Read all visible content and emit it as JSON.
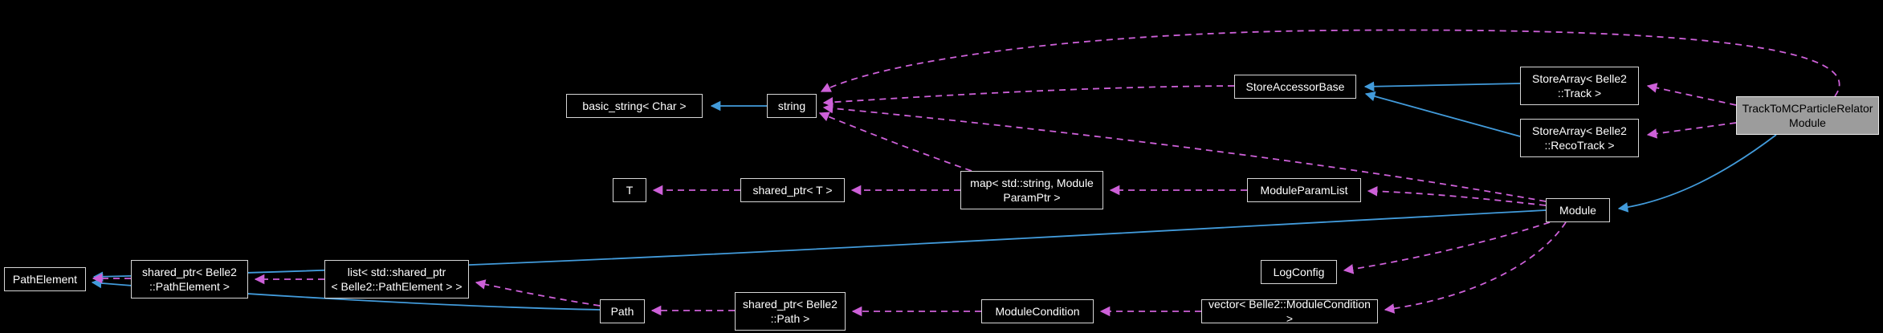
{
  "diagram": {
    "title": "TrackToMCParticleRelatorModule collaboration graph",
    "background_color": "#000000",
    "inheritance_edge_color": "#429bdb",
    "usage_edge_color": "#cd60d8",
    "highlight_fill_color": "#9c9c9c",
    "nodes": [
      {
        "id": "basic_string",
        "label": "basic_string< Char >"
      },
      {
        "id": "string",
        "label": "string"
      },
      {
        "id": "store_accessor_base",
        "label": "StoreAccessorBase"
      },
      {
        "id": "store_array_track",
        "label": "StoreArray< Belle2\n::Track >"
      },
      {
        "id": "store_array_recotrack",
        "label": "StoreArray< Belle2\n::RecoTrack >"
      },
      {
        "id": "track_to_mc_module",
        "label": "TrackToMCParticleRelator\nModule",
        "highlighted": true
      },
      {
        "id": "t",
        "label": "T"
      },
      {
        "id": "shared_ptr_t",
        "label": "shared_ptr< T >"
      },
      {
        "id": "map_module_param",
        "label": "map< std::string, Module\nParamPtr >"
      },
      {
        "id": "module_param_list",
        "label": "ModuleParamList"
      },
      {
        "id": "module",
        "label": "Module"
      },
      {
        "id": "path_element",
        "label": "PathElement"
      },
      {
        "id": "shared_ptr_path_element",
        "label": "shared_ptr< Belle2\n::PathElement >"
      },
      {
        "id": "list_shared_ptr",
        "label": "list< std::shared_ptr\n< Belle2::PathElement > >"
      },
      {
        "id": "log_config",
        "label": "LogConfig"
      },
      {
        "id": "path",
        "label": "Path"
      },
      {
        "id": "shared_ptr_path",
        "label": "shared_ptr< Belle2\n::Path >"
      },
      {
        "id": "module_condition",
        "label": "ModuleCondition"
      },
      {
        "id": "vector_module_condition",
        "label": "vector< Belle2::ModuleCondition >"
      }
    ],
    "edges": [
      {
        "from": "string",
        "to": "basic_string",
        "type": "inheritance"
      },
      {
        "from": "store_array_track",
        "to": "store_accessor_base",
        "type": "inheritance"
      },
      {
        "from": "store_array_recotrack",
        "to": "store_accessor_base",
        "type": "inheritance"
      },
      {
        "from": "track_to_mc_module",
        "to": "module",
        "type": "inheritance"
      },
      {
        "from": "module",
        "to": "path_element",
        "type": "inheritance"
      },
      {
        "from": "path",
        "to": "path_element",
        "type": "inheritance"
      },
      {
        "from": "store_accessor_base",
        "to": "string",
        "type": "usage"
      },
      {
        "from": "track_to_mc_module",
        "to": "store_array_track",
        "type": "usage"
      },
      {
        "from": "track_to_mc_module",
        "to": "store_array_recotrack",
        "type": "usage"
      },
      {
        "from": "track_to_mc_module",
        "to": "string",
        "type": "usage"
      },
      {
        "from": "map_module_param",
        "to": "string",
        "type": "usage"
      },
      {
        "from": "module",
        "to": "string",
        "type": "usage"
      },
      {
        "from": "module",
        "to": "module_param_list",
        "type": "usage"
      },
      {
        "from": "module_param_list",
        "to": "map_module_param",
        "type": "usage"
      },
      {
        "from": "map_module_param",
        "to": "shared_ptr_t",
        "type": "usage"
      },
      {
        "from": "shared_ptr_t",
        "to": "t",
        "type": "usage"
      },
      {
        "from": "module",
        "to": "log_config",
        "type": "usage"
      },
      {
        "from": "module",
        "to": "vector_module_condition",
        "type": "usage"
      },
      {
        "from": "vector_module_condition",
        "to": "module_condition",
        "type": "usage"
      },
      {
        "from": "module_condition",
        "to": "shared_ptr_path",
        "type": "usage"
      },
      {
        "from": "shared_ptr_path",
        "to": "path",
        "type": "usage"
      },
      {
        "from": "path",
        "to": "list_shared_ptr",
        "type": "usage"
      },
      {
        "from": "list_shared_ptr",
        "to": "shared_ptr_path_element",
        "type": "usage"
      },
      {
        "from": "shared_ptr_path_element",
        "to": "path_element",
        "type": "usage"
      }
    ]
  }
}
